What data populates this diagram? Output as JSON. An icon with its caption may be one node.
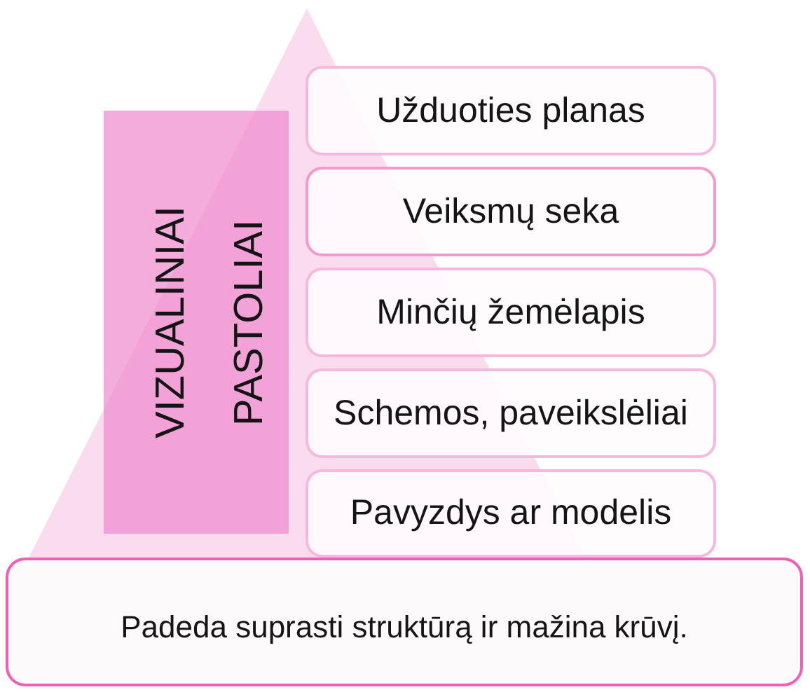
{
  "diagram": {
    "nodes": [
      {
        "text": [
          "VIZUALINIAI PASTOLIAI"
        ]
      },
      {
        "text": [
          "Užduoties planas"
        ]
      },
      {
        "text": [
          "Veiksmų seka"
        ]
      },
      {
        "text": [
          "Minčių žemėlapis"
        ]
      },
      {
        "text": [
          "Schemos, paveikslėliai"
        ]
      },
      {
        "text": [
          "Pavyzdys ar modelis"
        ]
      },
      {
        "text": [
          "Padeda suprasti struktūrą ir mažina krūvį."
        ]
      }
    ]
  }
}
